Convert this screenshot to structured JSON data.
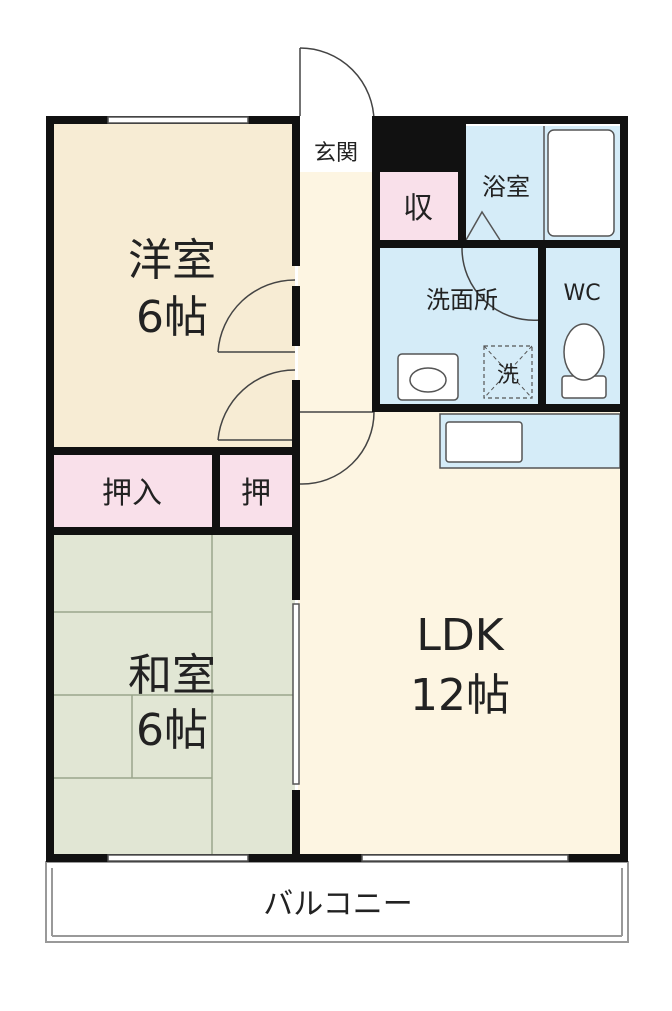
{
  "rooms": {
    "western": {
      "name": "洋室",
      "size": "6帖"
    },
    "japanese": {
      "name": "和室",
      "size": "6帖"
    },
    "ldk": {
      "name": "LDK",
      "size": "12帖"
    },
    "closet_large": {
      "name": "押入"
    },
    "closet_small": {
      "name": "押"
    },
    "storage": {
      "name": "収"
    },
    "entrance": {
      "name": "玄関"
    },
    "bath": {
      "name": "浴室"
    },
    "washroom": {
      "name": "洗面所"
    },
    "toilet": {
      "name": "WC"
    },
    "washer": {
      "name": "洗"
    },
    "balcony": {
      "name": "バルコニー"
    }
  },
  "colors": {
    "western_floor": "#f7ecd4",
    "japanese_floor": "#e1e6d4",
    "ldk_floor": "#fdf5e2",
    "closet_floor": "#f9e0ea",
    "water_area": "#d5ecf8",
    "entrance_floor": "#ffffff",
    "wall": "#111111"
  }
}
